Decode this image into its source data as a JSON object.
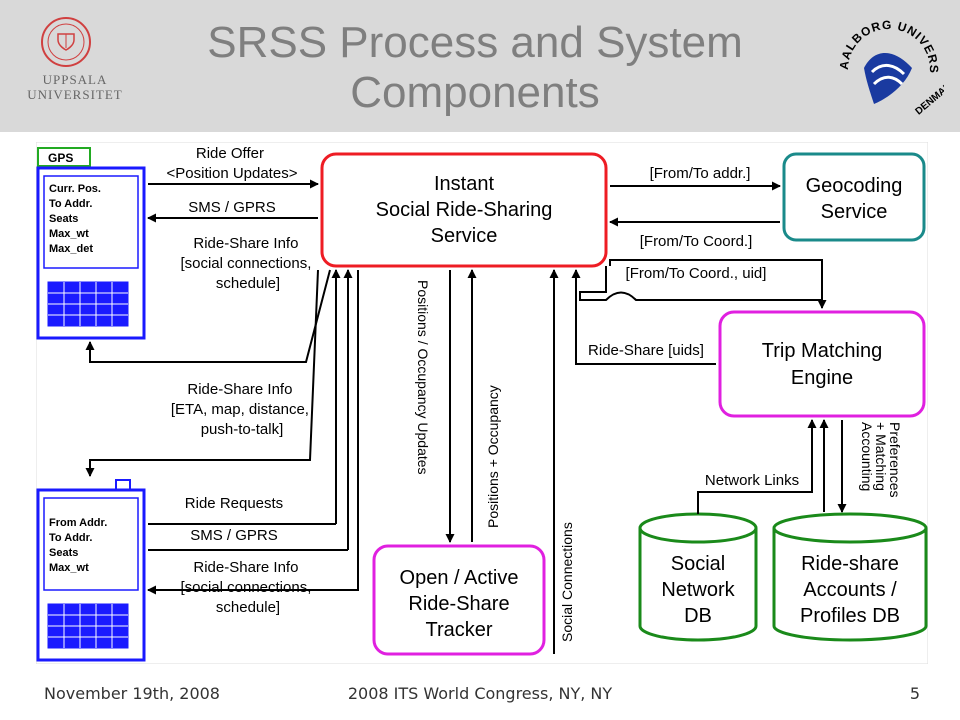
{
  "slide": {
    "title_line1": "SRSS Process and System",
    "title_line2": "Components",
    "logo_left_line1": "UPPSALA",
    "logo_left_line2": "UNIVERSITET",
    "logo_right_arc": "AALBORG UNIVERSITY",
    "logo_right_bottom": "DENMARK"
  },
  "footer": {
    "date": "November 19th, 2008",
    "event": "2008 ITS World Congress, NY, NY",
    "page": "5"
  },
  "diagram": {
    "device1": {
      "gps": "GPS",
      "fields": [
        "Curr. Pos.",
        "To Addr.",
        "Seats",
        "Max_wt",
        "Max_det"
      ]
    },
    "device2": {
      "fields": [
        "From Addr.",
        "To Addr.",
        "Seats",
        "Max_wt"
      ]
    },
    "nodes": {
      "instant_service": [
        "Instant",
        "Social Ride-Sharing",
        "Service"
      ],
      "geocoding": [
        "Geocoding",
        "Service"
      ],
      "trip_matching": [
        "Trip Matching",
        "Engine"
      ],
      "tracker": [
        "Open / Active",
        "Ride-Share",
        "Tracker"
      ],
      "social_db": [
        "Social",
        "Network",
        "DB"
      ],
      "accounts_db": [
        "Ride-share",
        "Accounts /",
        "Profiles DB"
      ]
    },
    "labels": {
      "ride_offer": [
        "Ride Offer",
        "<Position Updates>"
      ],
      "sms1": "SMS / GPRS",
      "rsi1": [
        "Ride-Share Info",
        "[social connections,",
        "schedule]"
      ],
      "rsi_eta": [
        "Ride-Share Info",
        "[ETA, map, distance,",
        "push-to-talk]"
      ],
      "ride_requests": "Ride Requests",
      "sms2": "SMS / GPRS",
      "rsi2": [
        "Ride-Share Info",
        "[social connections,",
        "schedule]"
      ],
      "from_to_addr": "[From/To addr.]",
      "from_to_coord": "[From/To Coord.]",
      "from_to_coord_uid": "[From/To Coord., uid]",
      "ride_share_uids": "Ride-Share [uids]",
      "network_links": "Network Links",
      "accounting": [
        "Accounting",
        "+ Matching",
        "Preferences"
      ],
      "positions_occupancy_updates": "Positions / Occupancy Updates",
      "positions_occupancy": "Positions + Occupancy",
      "social_connections": "Social Connections"
    },
    "colors": {
      "service": "#ee1c24",
      "geocoding": "#1a8a8a",
      "matching": "#e020e0",
      "db": "#1a8a1a",
      "device": "#1a1aff"
    }
  }
}
